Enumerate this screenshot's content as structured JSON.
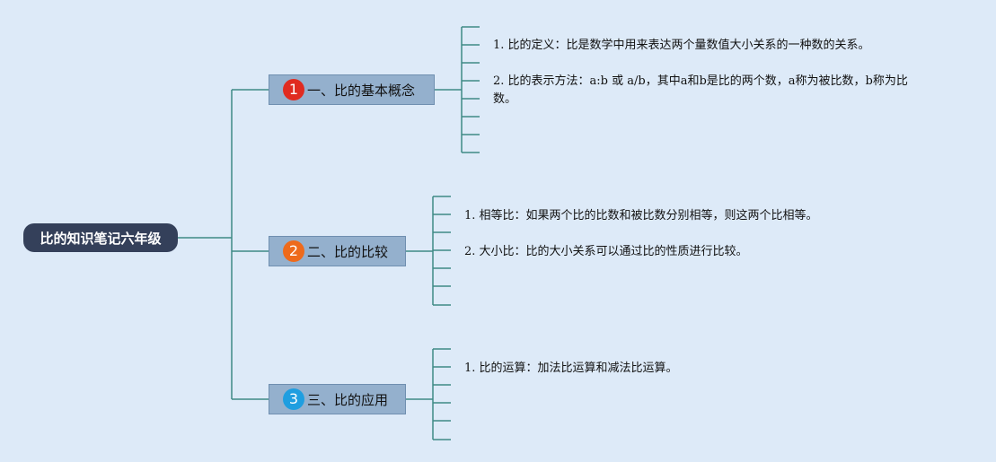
{
  "root": {
    "label": "比的知识笔记六年级"
  },
  "branches": [
    {
      "number": "1",
      "label": "一、比的基本概念",
      "badge_color": "#e02b20",
      "items": [
        "1. 比的定义：比是数学中用来表达两个量数值大小关系的一种数的关系。",
        "2. 比的表示方法：a:b 或 a/b，其中a和b是比的两个数，a称为被比数，b称为比数。"
      ]
    },
    {
      "number": "2",
      "label": "二、比的比较",
      "badge_color": "#ee6a1b",
      "items": [
        "1. 相等比：如果两个比的比数和被比数分别相等，则这两个比相等。",
        "2. 大小比：比的大小关系可以通过比的性质进行比较。"
      ]
    },
    {
      "number": "3",
      "label": "三、比的应用",
      "badge_color": "#1f9ee0",
      "items": [
        "1. 比的运算：加法比运算和减法比运算。"
      ]
    }
  ],
  "colors": {
    "connector": "#3f8a86",
    "root_bg": "#34405a",
    "branch_bg": "#94b0cd"
  }
}
